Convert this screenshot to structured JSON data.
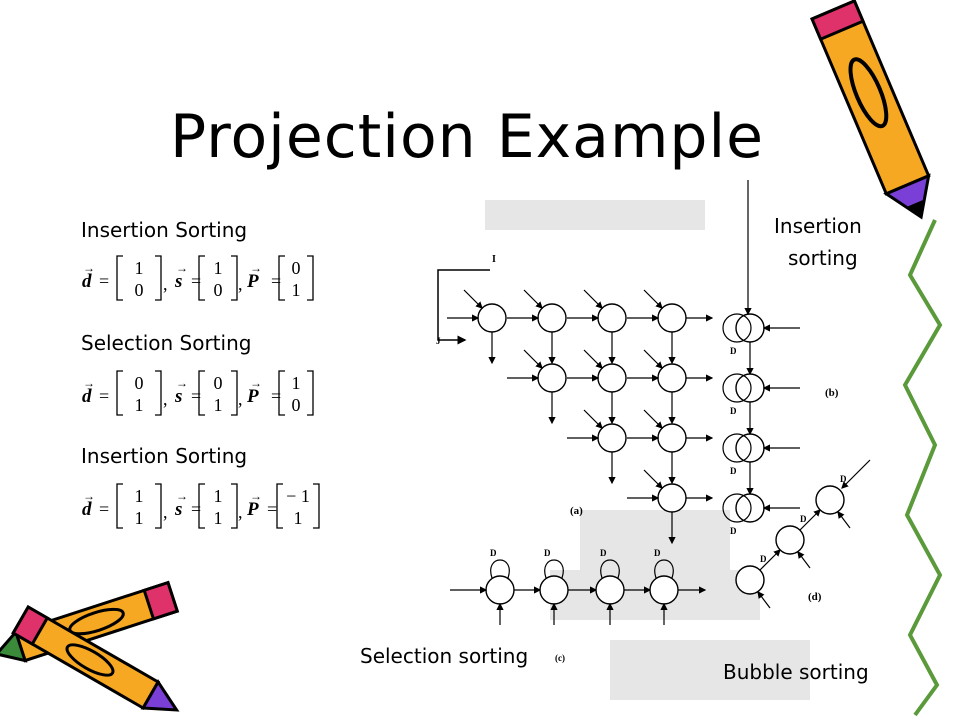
{
  "slide": {
    "title": "Projection Example",
    "left": {
      "sections": [
        {
          "label": "Insertion Sorting",
          "d": [
            "1",
            "0"
          ],
          "s": [
            "1",
            "0"
          ],
          "P": [
            "0",
            "1"
          ]
        },
        {
          "label": "Selection Sorting",
          "d": [
            "0",
            "1"
          ],
          "s": [
            "0",
            "1"
          ],
          "P": [
            "1",
            "0"
          ]
        },
        {
          "label": "Insertion Sorting",
          "d": [
            "1",
            "1"
          ],
          "s": [
            "1",
            "1"
          ],
          "P": [
            "− 1",
            "1"
          ]
        }
      ],
      "symbols": {
        "d": "d",
        "s": "s",
        "P": "P",
        "eq": "=",
        "comma": ","
      }
    },
    "annotations": {
      "insertion_line1": "Insertion",
      "insertion_line2": "sorting",
      "selection": "Selection sorting",
      "bubble": "Bubble sorting"
    },
    "figure_labels": {
      "a": "(a)",
      "b": "(b)",
      "c": "(c)",
      "d": "(d)",
      "node_D": "D",
      "I": "I",
      "J": "J"
    }
  }
}
